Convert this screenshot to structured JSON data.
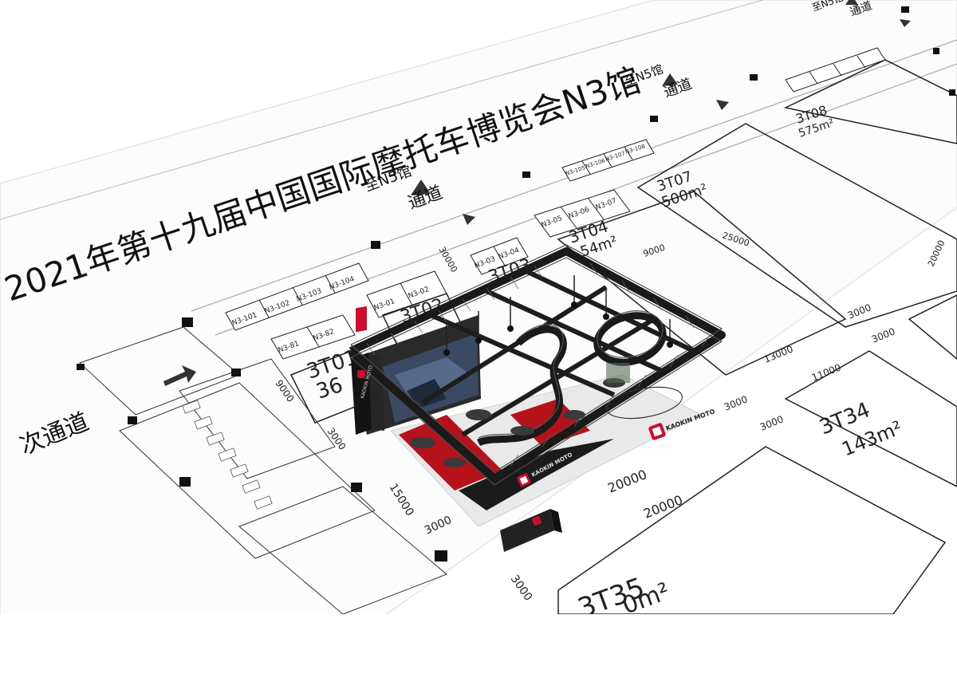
{
  "plan": {
    "title": "2021年第十九届中国国际摩托车博览会N3馆",
    "secondary_aisle": "次通道",
    "aisle": "通道",
    "to_n5": "至N5馆",
    "brand": "KAOKIN MOTO",
    "booths": [
      {
        "id": "3T08",
        "area": "575m²"
      },
      {
        "id": "3T07",
        "area": "500m²"
      },
      {
        "id": "3T04",
        "area": "54m²"
      },
      {
        "id": "3T03",
        "area": ""
      },
      {
        "id": "3T02",
        "area": ""
      },
      {
        "id": "3T01",
        "area": "36"
      },
      {
        "id": "3T34",
        "area": "143m²"
      },
      {
        "id": "3T35",
        "area": "0m²"
      }
    ],
    "small_booths_row1": [
      "N3-101",
      "N3-102",
      "N3-103",
      "N3-104"
    ],
    "small_booths_row2": [
      "N3-01",
      "N3-02"
    ],
    "small_booths_row3": [
      "N3-03",
      "N3-04"
    ],
    "small_booths_row4": [
      "N3-05",
      "N3-06",
      "N3-07"
    ],
    "small_booths_row5": [
      "N3-81",
      "N3-82"
    ],
    "small_booths_row6": [
      "N3-105",
      "N3-106",
      "N3-107",
      "N3-108"
    ],
    "dimensions": [
      "9000",
      "25000",
      "30000",
      "20000",
      "20000",
      "15000",
      "3000",
      "3000",
      "3000",
      "3000",
      "13000",
      "11000",
      "9000",
      "3000",
      "3000",
      "3000",
      "20000"
    ]
  }
}
